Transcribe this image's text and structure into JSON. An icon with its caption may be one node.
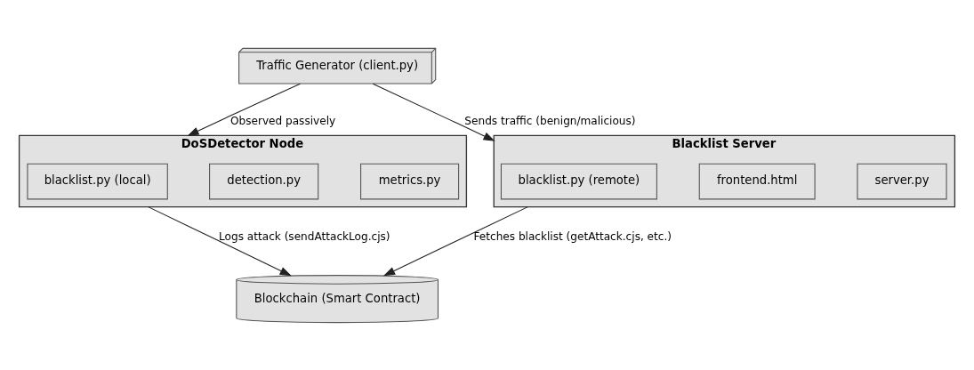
{
  "diagram": {
    "nodes": [
      {
        "text": [
          "Traffic Generator (client.py)"
        ]
      },
      {
        "text": [
          "DoSDetector Node"
        ]
      },
      {
        "text": [
          "metrics.py"
        ],
        "in": 1
      },
      {
        "text": [
          "detection.py"
        ],
        "in": 1
      },
      {
        "text": [
          "blacklist.py (local)"
        ],
        "in": 1
      },
      {
        "text": [
          "Blacklist Server"
        ]
      },
      {
        "text": [
          "server.py"
        ],
        "in": 5
      },
      {
        "text": [
          "frontend.html"
        ],
        "in": 5
      },
      {
        "text": [
          "blacklist.py (remote)"
        ],
        "in": 5
      },
      {
        "text": [
          "Blockchain (Smart Contract)"
        ]
      }
    ],
    "edges": [
      {
        "from": 0,
        "to": 1,
        "arrow": "to",
        "label": "Observed passively"
      },
      {
        "from": 0,
        "to": 5,
        "arrow": "to",
        "label": "Sends traffic (benign/malicious)"
      },
      {
        "from": 1,
        "to": 9,
        "arrow": "to",
        "label": "Logs attack (sendAttackLog.cjs)"
      },
      {
        "from": 5,
        "to": 9,
        "arrow": "to",
        "label": "Fetches blacklist (getAttack.cjs, etc.)"
      }
    ]
  }
}
